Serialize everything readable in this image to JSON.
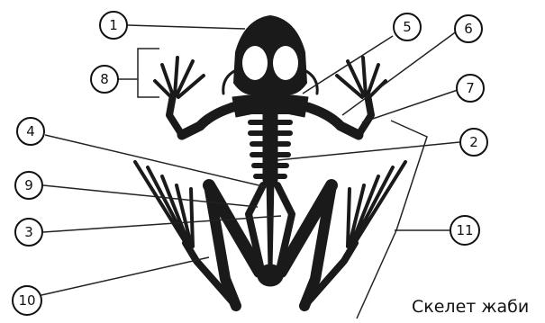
{
  "caption": "Скелет жаби",
  "labels": {
    "n1": "1",
    "n2": "2",
    "n3": "3",
    "n4": "4",
    "n5": "5",
    "n6": "6",
    "n7": "7",
    "n8": "8",
    "n9": "9",
    "n10": "10",
    "n11": "11"
  }
}
